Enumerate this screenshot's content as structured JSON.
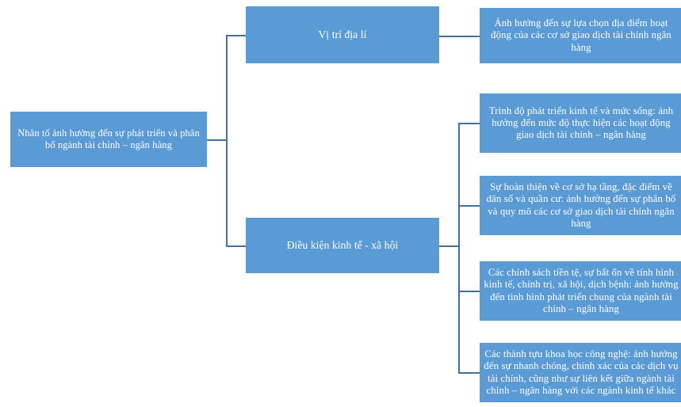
{
  "diagram": {
    "type": "hierarchy-tree",
    "orientation": "left-to-right",
    "colors": {
      "node_fill": "#5b9bd5",
      "node_text": "#ffffff",
      "connector": "#41719c",
      "background": "#ffffff"
    },
    "root": {
      "label": "Nhân tố ảnh hưởng đến sự phát triển và phân bố ngành tài chính – ngân hàng"
    },
    "level2": [
      {
        "label": "Vị trí địa lí"
      },
      {
        "label": "Điều kiện kinh tế - xã hội"
      }
    ],
    "level3": [
      {
        "parent": 0,
        "label": "Ảnh hưởng đến sự lựa chọn địa điểm hoạt động của các cơ sở giao dịch tài chính ngân hàng"
      },
      {
        "parent": 1,
        "label": "Trình độ phát triển kinh tế và mức sống: ảnh hưởng đến mức độ thực hiện các hoạt động giao dịch tài chính – ngân hàng"
      },
      {
        "parent": 1,
        "label": "Sự hoàn thiện về cơ sở hạ tầng, đặc điểm về dân số và quần cư: ảnh hưởng đến sự phân bố và quy mô các cơ sở giao dịch tài chính ngân hàng"
      },
      {
        "parent": 1,
        "label": "Các chính sách tiền tệ, sự bất ổn về tính hình kinh tế, chính trị, xã hội, dịch bệnh: ảnh hưởng đến tình hình phát triển chung của ngành tài chính – ngân hàng"
      },
      {
        "parent": 1,
        "label": "Các thành tựu khoa học công nghệ: ảnh hưởng đến sự nhanh chóng, chính xác của các dịch vụ tài chính, cũng như sự liên kết giữa ngành tài chính – ngân hàng với các ngành kinh tế khác"
      }
    ]
  }
}
